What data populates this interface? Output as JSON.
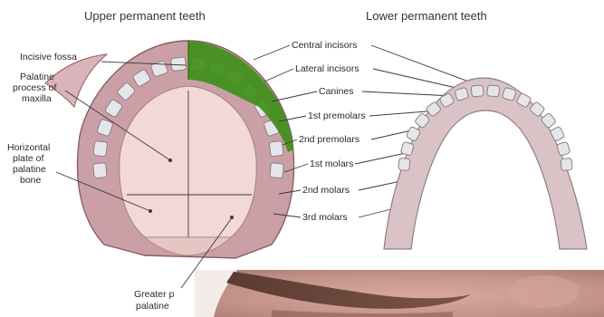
{
  "titles": {
    "upper": "Upper permanent teeth",
    "lower": "Lower permanent teeth"
  },
  "left_labels": {
    "incisive_fossa": "Incisive fossa",
    "palatine_process_l1": "Palatine",
    "palatine_process_l2": "process of",
    "palatine_process_l3": "maxilla",
    "horizontal_plate_l1": "Horizontal",
    "horizontal_plate_l2": "plate of",
    "horizontal_plate_l3": "palatine",
    "horizontal_plate_l4": "bone",
    "greater_palatine_l1": "Greater p",
    "greater_palatine_l2": "palatine"
  },
  "tooth_labels": {
    "central_incisors": "Central incisors",
    "lateral_incisors": "Lateral incisors",
    "canines": "Canines",
    "first_premolars": "1st premolars",
    "second_premolars": "2nd premolars",
    "first_molars": "1st molars",
    "second_molars": "2nd molars",
    "third_molars": "3rd molars"
  },
  "colors": {
    "background": "#ffffff",
    "gum": "#caa0a6",
    "palate": "#f2d8d6",
    "tooth": "#e6e6ea",
    "highlight_green": "#3f8f1a",
    "lower_arch": "#d9c3c6",
    "skin": "#c9998f"
  }
}
